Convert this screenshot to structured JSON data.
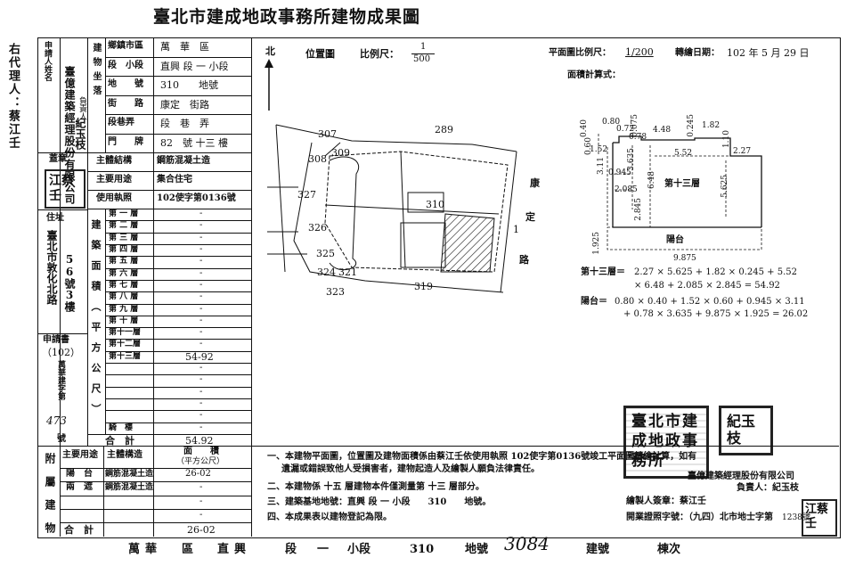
{
  "title": "臺北市建成地政事務所建物成果圖",
  "agent": "右代理人：蔡江壬",
  "applicant": {
    "header": "申請人姓名",
    "company": "臺億建築經理股份有限公司",
    "rep_label": "負責人",
    "rep_name": "紀玉枝"
  },
  "seal_label": "蓋章",
  "seal_text": "江蔡壬",
  "address_label": "住址",
  "address": "臺北市敦化北路",
  "address_num": "56號3樓",
  "request_label": "申請書",
  "request_no": "（102）",
  "request_word": "萬華建字第",
  "request_num": "473",
  "request_hao": "號",
  "location_label": "建物坐落",
  "location": [
    {
      "k": "鄉鎮市區",
      "v": "萬　華　區"
    },
    {
      "k": "段　小段",
      "v": "直興 段 一 小段"
    },
    {
      "k": "地　　號",
      "v": "310　　地號"
    },
    {
      "k": "街　　路",
      "v": "康定　街路"
    },
    {
      "k": "段巷弄",
      "v": "段　巷　弄"
    },
    {
      "k": "門　　牌",
      "v": "82　號 十三 樓"
    }
  ],
  "structure": [
    {
      "k": "主體結構",
      "v": "鋼筋混凝土造"
    },
    {
      "k": "主要用途",
      "v": "集合住宅"
    },
    {
      "k": "使用執照",
      "v": "102使字第0136號"
    }
  ],
  "area_label": "建築面積（平方公尺）",
  "floors": [
    {
      "k": "第 一 層",
      "v": "-"
    },
    {
      "k": "第 二 層",
      "v": "-"
    },
    {
      "k": "第 三 層",
      "v": "-"
    },
    {
      "k": "第 四 層",
      "v": "-"
    },
    {
      "k": "第 五 層",
      "v": "-"
    },
    {
      "k": "第 六 層",
      "v": "-"
    },
    {
      "k": "第 七 層",
      "v": "-"
    },
    {
      "k": "第 八 層",
      "v": "-"
    },
    {
      "k": "第 九 層",
      "v": "-"
    },
    {
      "k": "第 十 層",
      "v": "-"
    },
    {
      "k": "第十一層",
      "v": "-"
    },
    {
      "k": "第十二層",
      "v": "-"
    },
    {
      "k": "第十三層",
      "v": "54-92"
    },
    {
      "k": "",
      "v": "-"
    },
    {
      "k": "",
      "v": "-"
    },
    {
      "k": "",
      "v": "-"
    },
    {
      "k": "",
      "v": "-"
    },
    {
      "k": "",
      "v": "-"
    },
    {
      "k": "騎　樓",
      "v": "-"
    }
  ],
  "total_label": "合　計",
  "total": "54.92",
  "annex": {
    "label": "附屬建物",
    "h1": "主要用途",
    "h2": "主體構造",
    "h3": "面　　積",
    "h3b": "（平方公尺）",
    "rows": [
      {
        "use": "陽　台",
        "str": "鋼筋混凝土造",
        "area": "26-02"
      },
      {
        "use": "兩　遮",
        "str": "鋼筋混凝土造",
        "area": "-"
      },
      {
        "use": "",
        "str": "",
        "area": "-"
      },
      {
        "use": "",
        "str": "",
        "area": "-"
      }
    ],
    "total_label": "合　計",
    "total": "26-02"
  },
  "position_map": {
    "north": "北",
    "label": "位置圖",
    "scale_label": "比例尺：",
    "scale_num": "1",
    "scale_den": "500",
    "lots": [
      "307",
      "289",
      "308",
      "309",
      "327",
      "326",
      "310",
      "325",
      "324",
      "321",
      "323",
      "319",
      "1"
    ],
    "road": [
      "康",
      "定",
      "路"
    ]
  },
  "plan": {
    "scale_label": "平面圖比例尺：",
    "scale": "1/200",
    "date_label": "轉繪日期：",
    "date": "102 年 5 月 29 日",
    "calc_label": "面積計算式：",
    "dims": [
      "0.40",
      "0.60",
      "0.80",
      "0.72",
      "0.075",
      "0.78",
      "4.48",
      "0.245",
      "1.82",
      "1.10",
      "1.52",
      "3.11",
      "3.635",
      "5.52",
      "2.27",
      "0.945",
      "6.48",
      "5.625",
      "2.085",
      "2.845",
      "1.925",
      "9.875"
    ],
    "floor_name": "第十三層",
    "balcony_name": "陽台",
    "calc1_label": "第十三層＝",
    "calc1_a": "2.27 × 5.625 + 1.82 × 0.245 + 5.52",
    "calc1_b": "× 6.48 + 2.085 × 2.845 = 54.92",
    "calc2_label": "陽台＝",
    "calc2_a": "0.80 × 0.40 + 1.52 × 0.60 + 0.945 × 3.11",
    "calc2_b": "+ 0.78 × 3.635 + 9.875 × 1.925 = 26.02"
  },
  "notes": [
    "一、本建物平面圖，位置圖及建物面積係由蔡江壬依使用執照 102使字第0136號竣工平面圖轉繪計算，如有",
    "遺漏或錯誤致他人受損害者，建物起造人及繪製人願負法律責任。",
    "二、本建物係 十五 層建物本件僅測量第 十三 層部分。",
    "三、建築基地地號：直興 段 一 小段　　310　　地號。",
    "四、本成果表以建物登記為限。"
  ],
  "company_footer": "臺億建築經理股份有限公司",
  "rep_footer": "負責人：紀玉枝",
  "drafter": "繪製人簽章：蔡江壬",
  "license": "開業證照字號：（九四）北市地士字第",
  "license_num": "1238號",
  "bottom": {
    "district": "萬華",
    "district_suffix": "區",
    "section": "直興",
    "section_suffix": "段",
    "sub": "一",
    "sub_suffix": "小段",
    "lot": "310",
    "lot_suffix": "地號",
    "building_no": "3084",
    "building_suffix": "建號",
    "unit": "棟次"
  },
  "stamp1": "臺北市建成地政事務所",
  "stamp2": "紀玉枝"
}
